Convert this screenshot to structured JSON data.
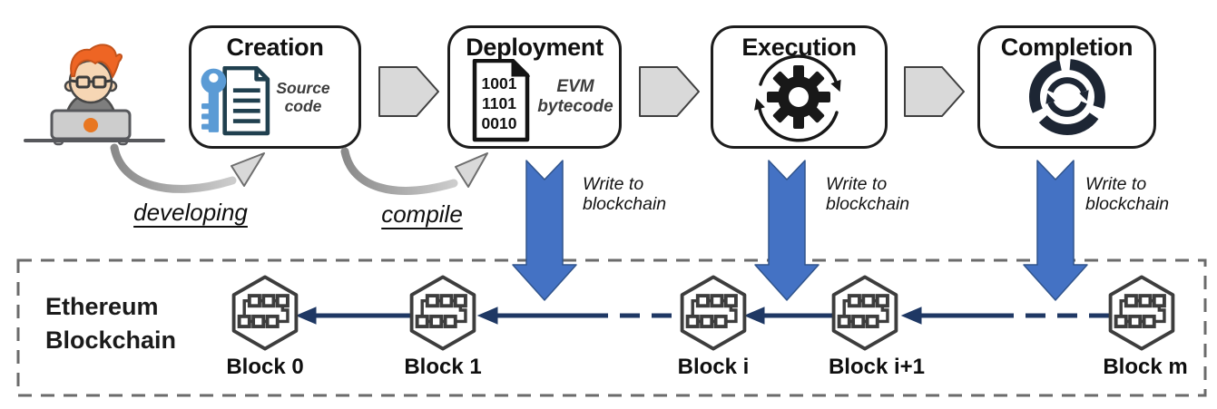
{
  "stages": [
    {
      "title": "Creation",
      "caption": "Source code"
    },
    {
      "title": "Deployment",
      "caption": "EVM bytecode",
      "binary": [
        "1001",
        "1101",
        "0010"
      ]
    },
    {
      "title": "Execution"
    },
    {
      "title": "Completion"
    }
  ],
  "process_labels": {
    "developing": "developing",
    "compile": "compile"
  },
  "write_label": {
    "line1": "Write to",
    "line2": "blockchain"
  },
  "blockchain": {
    "name_lines": [
      "Ethereum",
      "Blockchain"
    ],
    "blocks": [
      "Block 0",
      "Block 1",
      "Block i",
      "Block i+1",
      "Block m"
    ]
  },
  "colors": {
    "write_arrow_blue": "#4472C4",
    "chain_arrow_navy": "#1F3864",
    "flow_arrow_gray": "#D9D9D9",
    "key_blue": "#5B9BD5",
    "hair_orange": "#EE6524",
    "icon_dark": "#1D2634"
  }
}
